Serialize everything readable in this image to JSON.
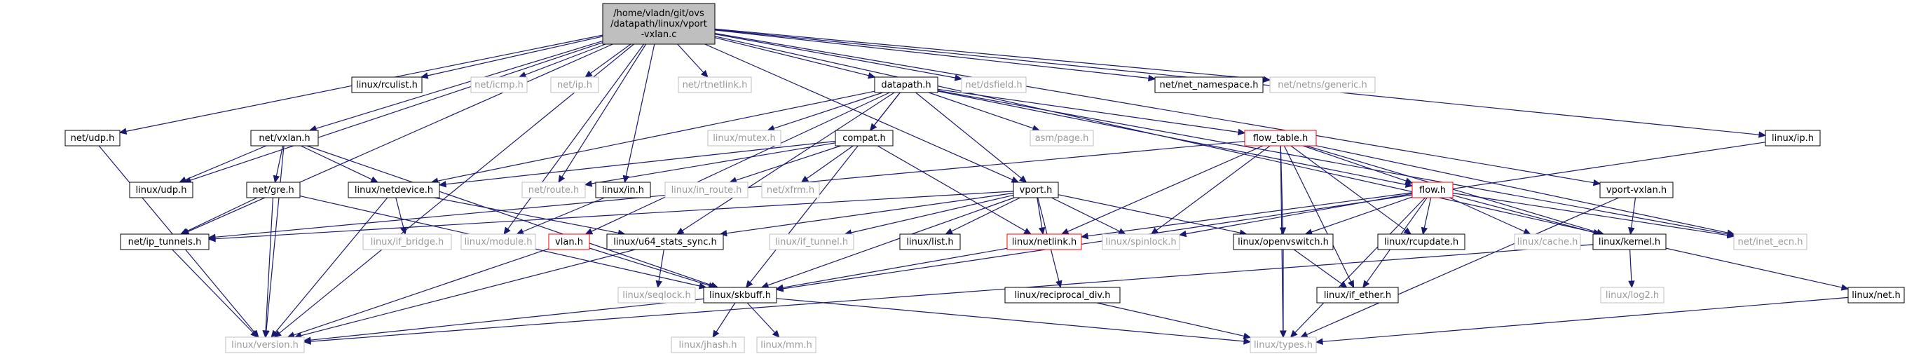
{
  "colors": {
    "edge": "#191970",
    "border_normal": "#000000",
    "border_missing": "#bfbfbf",
    "border_truncated": "#ff0000",
    "root_fill": "#bfbfbf",
    "text_normal": "#000000",
    "text_missing": "#9a9a9a"
  },
  "nodes": [
    {
      "id": "root",
      "lines": [
        "/home/vladn/git/ovs",
        "/datapath/linux/vport",
        "-vxlan.c"
      ],
      "kind": "root"
    },
    {
      "id": "net_udp",
      "lines": [
        "net/udp.h"
      ],
      "kind": "normal"
    },
    {
      "id": "linux_rculist",
      "lines": [
        "linux/rculist.h"
      ],
      "kind": "normal"
    },
    {
      "id": "net_icmp",
      "lines": [
        "net/icmp.h"
      ],
      "kind": "missing"
    },
    {
      "id": "net_ip",
      "lines": [
        "net/ip.h"
      ],
      "kind": "missing"
    },
    {
      "id": "net_rtnetlink",
      "lines": [
        "net/rtnetlink.h"
      ],
      "kind": "missing"
    },
    {
      "id": "datapath",
      "lines": [
        "datapath.h"
      ],
      "kind": "normal"
    },
    {
      "id": "net_dsfield",
      "lines": [
        "net/dsfield.h"
      ],
      "kind": "missing"
    },
    {
      "id": "net_net_namespace",
      "lines": [
        "net/net_namespace.h"
      ],
      "kind": "normal"
    },
    {
      "id": "net_netns_generic",
      "lines": [
        "net/netns/generic.h"
      ],
      "kind": "missing"
    },
    {
      "id": "linux_ip",
      "lines": [
        "linux/ip.h"
      ],
      "kind": "normal"
    },
    {
      "id": "net_vxlan",
      "lines": [
        "net/vxlan.h"
      ],
      "kind": "normal"
    },
    {
      "id": "linux_mutex",
      "lines": [
        "linux/mutex.h"
      ],
      "kind": "missing"
    },
    {
      "id": "compat",
      "lines": [
        "compat.h"
      ],
      "kind": "normal"
    },
    {
      "id": "asm_page",
      "lines": [
        "asm/page.h"
      ],
      "kind": "missing"
    },
    {
      "id": "flow_table",
      "lines": [
        "flow_table.h"
      ],
      "kind": "truncated"
    },
    {
      "id": "linux_udp",
      "lines": [
        "linux/udp.h"
      ],
      "kind": "normal"
    },
    {
      "id": "net_gre",
      "lines": [
        "net/gre.h"
      ],
      "kind": "normal"
    },
    {
      "id": "linux_netdevice",
      "lines": [
        "linux/netdevice.h"
      ],
      "kind": "normal"
    },
    {
      "id": "net_route",
      "lines": [
        "net/route.h"
      ],
      "kind": "missing"
    },
    {
      "id": "linux_in",
      "lines": [
        "linux/in.h"
      ],
      "kind": "normal"
    },
    {
      "id": "linux_in_route",
      "lines": [
        "linux/in_route.h"
      ],
      "kind": "missing"
    },
    {
      "id": "net_xfrm",
      "lines": [
        "net/xfrm.h"
      ],
      "kind": "missing"
    },
    {
      "id": "vport",
      "lines": [
        "vport.h"
      ],
      "kind": "normal"
    },
    {
      "id": "flow",
      "lines": [
        "flow.h"
      ],
      "kind": "truncated"
    },
    {
      "id": "vport_vxlan",
      "lines": [
        "vport-vxlan.h"
      ],
      "kind": "normal"
    },
    {
      "id": "net_ip_tunnels",
      "lines": [
        "net/ip_tunnels.h"
      ],
      "kind": "normal"
    },
    {
      "id": "linux_if_bridge",
      "lines": [
        "linux/if_bridge.h"
      ],
      "kind": "missing"
    },
    {
      "id": "linux_module",
      "lines": [
        "linux/module.h"
      ],
      "kind": "missing"
    },
    {
      "id": "vlan",
      "lines": [
        "vlan.h"
      ],
      "kind": "truncated"
    },
    {
      "id": "linux_u64_stats_sync",
      "lines": [
        "linux/u64_stats_sync.h"
      ],
      "kind": "normal"
    },
    {
      "id": "linux_if_tunnel",
      "lines": [
        "linux/if_tunnel.h"
      ],
      "kind": "missing"
    },
    {
      "id": "linux_list",
      "lines": [
        "linux/list.h"
      ],
      "kind": "normal"
    },
    {
      "id": "linux_netlink",
      "lines": [
        "linux/netlink.h"
      ],
      "kind": "truncated"
    },
    {
      "id": "linux_spinlock",
      "lines": [
        "linux/spinlock.h"
      ],
      "kind": "missing"
    },
    {
      "id": "linux_openvswitch",
      "lines": [
        "linux/openvswitch.h"
      ],
      "kind": "normal"
    },
    {
      "id": "linux_rcupdate",
      "lines": [
        "linux/rcupdate.h"
      ],
      "kind": "normal"
    },
    {
      "id": "linux_cache",
      "lines": [
        "linux/cache.h"
      ],
      "kind": "missing"
    },
    {
      "id": "linux_kernel",
      "lines": [
        "linux/kernel.h"
      ],
      "kind": "normal"
    },
    {
      "id": "net_inet_ecn",
      "lines": [
        "net/inet_ecn.h"
      ],
      "kind": "missing"
    },
    {
      "id": "linux_seqlock",
      "lines": [
        "linux/seqlock.h"
      ],
      "kind": "missing"
    },
    {
      "id": "linux_skbuff",
      "lines": [
        "linux/skbuff.h"
      ],
      "kind": "normal"
    },
    {
      "id": "linux_reciprocal_div",
      "lines": [
        "linux/reciprocal_div.h"
      ],
      "kind": "normal"
    },
    {
      "id": "linux_if_ether",
      "lines": [
        "linux/if_ether.h"
      ],
      "kind": "normal"
    },
    {
      "id": "linux_log2",
      "lines": [
        "linux/log2.h"
      ],
      "kind": "missing"
    },
    {
      "id": "linux_net",
      "lines": [
        "linux/net.h"
      ],
      "kind": "normal"
    },
    {
      "id": "linux_version",
      "lines": [
        "linux/version.h"
      ],
      "kind": "missing"
    },
    {
      "id": "linux_jhash",
      "lines": [
        "linux/jhash.h"
      ],
      "kind": "missing"
    },
    {
      "id": "linux_mm",
      "lines": [
        "linux/mm.h"
      ],
      "kind": "missing"
    },
    {
      "id": "linux_types",
      "lines": [
        "linux/types.h"
      ],
      "kind": "missing"
    }
  ],
  "edges": [
    [
      "root",
      "net_udp"
    ],
    [
      "root",
      "linux_rculist"
    ],
    [
      "root",
      "net_icmp"
    ],
    [
      "root",
      "net_ip"
    ],
    [
      "root",
      "net_rtnetlink"
    ],
    [
      "root",
      "datapath"
    ],
    [
      "root",
      "net_dsfield"
    ],
    [
      "root",
      "net_net_namespace"
    ],
    [
      "root",
      "net_netns_generic"
    ],
    [
      "root",
      "linux_ip"
    ],
    [
      "root",
      "net_vxlan"
    ],
    [
      "root",
      "linux_udp"
    ],
    [
      "root",
      "net_route"
    ],
    [
      "root",
      "linux_in"
    ],
    [
      "root",
      "vport"
    ],
    [
      "root",
      "vport_vxlan"
    ],
    [
      "root",
      "linux_module"
    ],
    [
      "root",
      "net_ip_tunnels"
    ],
    [
      "root",
      "linux_version"
    ],
    [
      "root",
      "linux_net"
    ],
    [
      "net_udp",
      "linux_version"
    ],
    [
      "net_vxlan",
      "linux_udp"
    ],
    [
      "net_vxlan",
      "net_gre"
    ],
    [
      "net_vxlan",
      "linux_netdevice"
    ],
    [
      "net_vxlan",
      "linux_skbuff"
    ],
    [
      "net_vxlan",
      "linux_version"
    ],
    [
      "net_gre",
      "net_ip_tunnels"
    ],
    [
      "net_gre",
      "linux_skbuff"
    ],
    [
      "net_gre",
      "linux_version"
    ],
    [
      "linux_netdevice",
      "linux_if_bridge"
    ],
    [
      "linux_netdevice",
      "linux_u64_stats_sync"
    ],
    [
      "linux_netdevice",
      "linux_version"
    ],
    [
      "net_ip_tunnels",
      "linux_version"
    ],
    [
      "datapath",
      "linux_mutex"
    ],
    [
      "datapath",
      "compat"
    ],
    [
      "datapath",
      "asm_page"
    ],
    [
      "datapath",
      "flow_table"
    ],
    [
      "datapath",
      "vport"
    ],
    [
      "datapath",
      "flow"
    ],
    [
      "datapath",
      "vlan"
    ],
    [
      "datapath",
      "linux_u64_stats_sync"
    ],
    [
      "datapath",
      "linux_skbuff"
    ],
    [
      "datapath",
      "linux_netdevice"
    ],
    [
      "datapath",
      "net_inet_ecn"
    ],
    [
      "compat",
      "net_route"
    ],
    [
      "compat",
      "linux_in_route"
    ],
    [
      "compat",
      "net_xfrm"
    ],
    [
      "compat",
      "linux_netdevice"
    ],
    [
      "compat",
      "linux_netlink"
    ],
    [
      "linux_in",
      "linux_module"
    ],
    [
      "vport",
      "linux_if_tunnel"
    ],
    [
      "vport",
      "linux_list"
    ],
    [
      "vport",
      "linux_netlink"
    ],
    [
      "vport",
      "linux_spinlock"
    ],
    [
      "vport",
      "linux_openvswitch"
    ],
    [
      "vport",
      "linux_reciprocal_div"
    ],
    [
      "vport",
      "linux_skbuff"
    ],
    [
      "vport",
      "linux_u64_stats_sync"
    ],
    [
      "vport",
      "net_ip_tunnels"
    ],
    [
      "flow_table",
      "flow"
    ],
    [
      "flow_table",
      "linux_kernel"
    ],
    [
      "flow_table",
      "linux_netlink"
    ],
    [
      "flow_table",
      "linux_openvswitch"
    ],
    [
      "flow_table",
      "linux_spinlock"
    ],
    [
      "flow_table",
      "linux_types"
    ],
    [
      "flow_table",
      "linux_if_ether"
    ],
    [
      "flow_table",
      "linux_rcupdate"
    ],
    [
      "flow_table",
      "net_inet_ecn"
    ],
    [
      "flow_table",
      "net_ip_tunnels"
    ],
    [
      "flow",
      "linux_cache"
    ],
    [
      "flow",
      "linux_kernel"
    ],
    [
      "flow",
      "linux_netlink"
    ],
    [
      "flow",
      "linux_openvswitch"
    ],
    [
      "flow",
      "linux_spinlock"
    ],
    [
      "flow",
      "linux_types"
    ],
    [
      "flow",
      "linux_rcupdate"
    ],
    [
      "flow",
      "linux_if_ether"
    ],
    [
      "flow",
      "net_inet_ecn"
    ],
    [
      "vport_vxlan",
      "linux_kernel"
    ],
    [
      "vport_vxlan",
      "linux_types"
    ],
    [
      "linux_ip",
      "linux_skbuff"
    ],
    [
      "vlan",
      "linux_skbuff"
    ],
    [
      "vlan",
      "linux_version"
    ],
    [
      "linux_u64_stats_sync",
      "linux_seqlock"
    ],
    [
      "linux_u64_stats_sync",
      "linux_version"
    ],
    [
      "linux_netlink",
      "linux_skbuff"
    ],
    [
      "linux_openvswitch",
      "linux_types"
    ],
    [
      "linux_openvswitch",
      "linux_if_ether"
    ],
    [
      "linux_kernel",
      "linux_log2"
    ],
    [
      "linux_kernel",
      "linux_version"
    ],
    [
      "linux_skbuff",
      "linux_version"
    ],
    [
      "linux_skbuff",
      "linux_jhash"
    ],
    [
      "linux_skbuff",
      "linux_mm"
    ],
    [
      "linux_skbuff",
      "linux_types"
    ],
    [
      "linux_reciprocal_div",
      "linux_types"
    ],
    [
      "linux_net",
      "linux_types"
    ]
  ]
}
